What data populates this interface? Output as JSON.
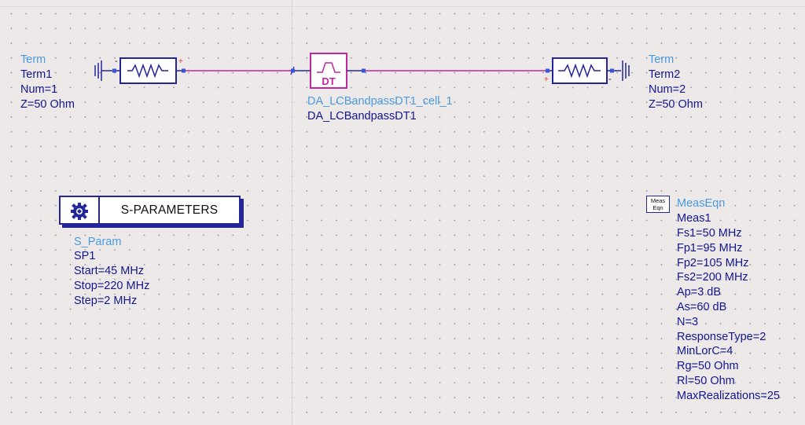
{
  "term1": {
    "type": "Term",
    "name": "Term1",
    "num": "Num=1",
    "z": "Z=50 Ohm",
    "plus": "+",
    "minus": "-"
  },
  "term2": {
    "type": "Term",
    "name": "Term2",
    "num": "Num=2",
    "z": "Z=50 Ohm",
    "plus": "+",
    "minus": "-"
  },
  "filter": {
    "symbol": "DT",
    "instance": "DA_LCBandpassDT1_cell_1",
    "cell": "DA_LCBandpassDT1"
  },
  "sparam": {
    "title": "S-PARAMETERS",
    "type": "S_Param",
    "name": "SP1",
    "start": "Start=45 MHz",
    "stop": "Stop=220 MHz",
    "step": "Step=2 MHz"
  },
  "meas": {
    "badge_line1": "Meas",
    "badge_line2": "Eqn",
    "type": "MeasEqn",
    "name": "Meas1",
    "params": [
      "Fs1=50 MHz",
      "Fp1=95 MHz",
      "Fp2=105 MHz",
      "Fs2=200 MHz",
      "Ap=3 dB",
      "As=60 dB",
      "N=3",
      "ResponseType=2",
      "MinLorC=4",
      "Rg=50 Ohm",
      "Rl=50 Ohm",
      "MaxRealizations=25"
    ]
  },
  "colors": {
    "wire": "#c0289e",
    "component": "#25259a",
    "pin": "#3a55d8",
    "type_label": "#4a9be0",
    "value_label": "#16168c",
    "background": "#ece9e8"
  }
}
